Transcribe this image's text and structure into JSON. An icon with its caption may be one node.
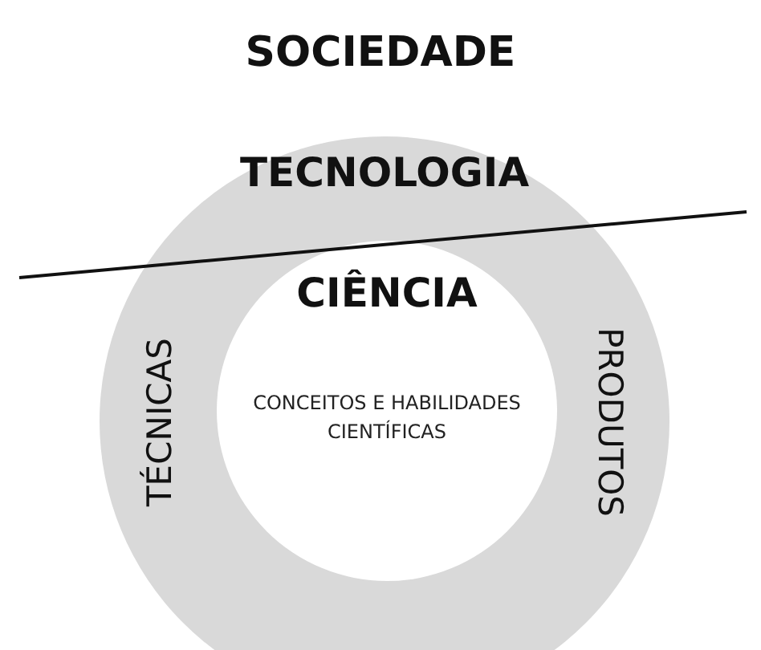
{
  "diagram": {
    "title": "SOCIEDADE",
    "nodes": [
      {
        "text": [
          "TECNOLOGIA",
          "TÉCNICAS",
          "PRODUTOS"
        ]
      },
      {
        "text": [
          "CIÊNCIA",
          "CONCEITOS E HABILIDADES CIENTÍFICAS"
        ],
        "in": 0
      }
    ]
  }
}
